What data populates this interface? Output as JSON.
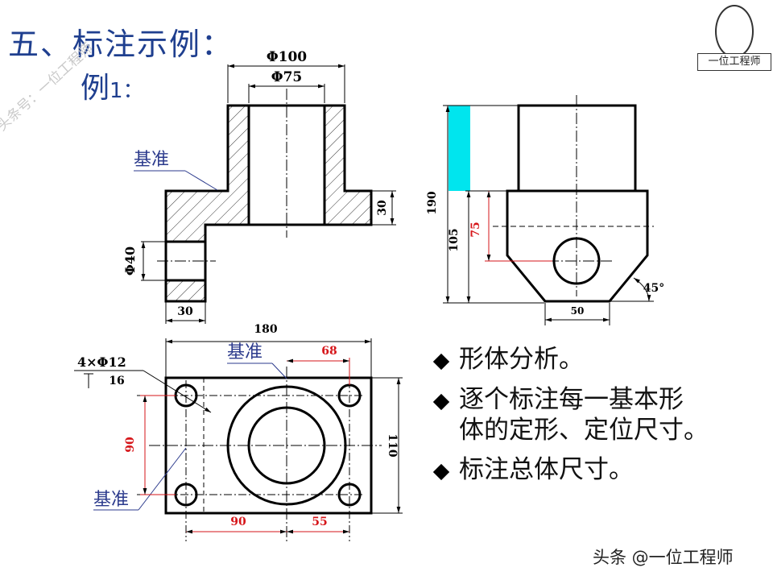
{
  "title": {
    "line1": "五、标注示例：",
    "line2_text": "例",
    "line2_num": "1："
  },
  "watermark": "头条号：一位工程师",
  "logo": {
    "text": "一位工程师"
  },
  "colors": {
    "title": "#1f3f8f",
    "label_blue": "#2b3a8c",
    "dim_red": "#d6161a",
    "highlight": "#00e5ee"
  },
  "dims": {
    "phi100": "Φ100",
    "phi75": "Φ75",
    "d30_right": "30",
    "phi40": "Φ40",
    "d30_bottom": "30",
    "d190": "190",
    "d105": "105",
    "d75": "75",
    "d50": "50",
    "deg45": "45°",
    "d180": "180",
    "d68": "68",
    "hole_count": "4×Φ12",
    "hole_depth": "16",
    "d90_v": "90",
    "d110": "110",
    "d90_h": "90",
    "d55": "55"
  },
  "labels": {
    "datum_front": "基准",
    "datum_top1": "基准",
    "datum_top2": "基准"
  },
  "bullets": [
    {
      "text": "形体分析。"
    },
    {
      "text": "逐个标注每一基本形",
      "cont": "体的定形、定位尺寸。"
    },
    {
      "text": "标注总体尺寸。"
    }
  ],
  "footer": "头条 @一位工程师"
}
